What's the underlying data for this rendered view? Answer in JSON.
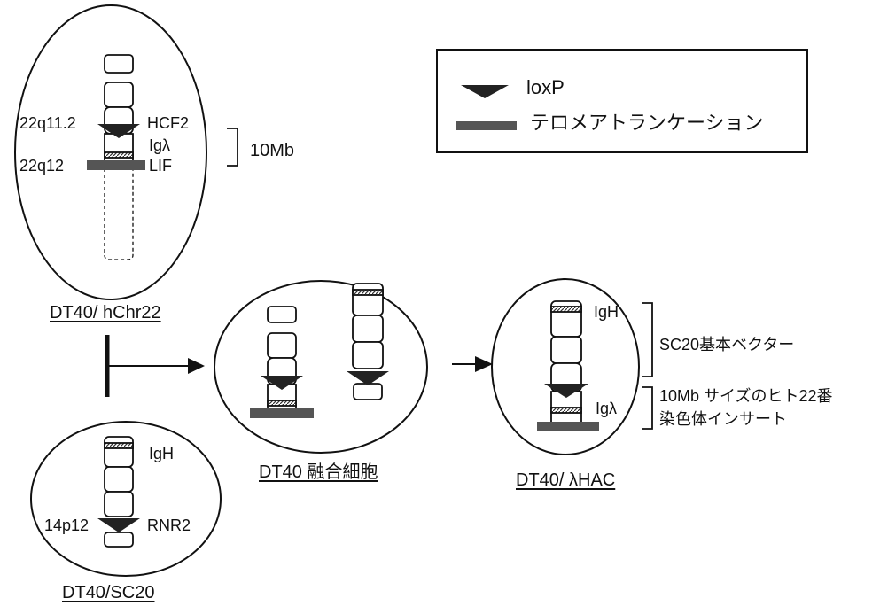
{
  "legend": {
    "loxp_label": "loxP",
    "truncation_label": "テロメアトランケーション"
  },
  "chr22": {
    "caption": "DT40/ hChr22",
    "band_22q11": "22q11.2",
    "band_22q12": "22q12",
    "gene_hcf2": "HCF2",
    "gene_iglambda": "Igλ",
    "gene_lif": "LIF",
    "size_label": "10Mb"
  },
  "sc20": {
    "caption": "DT40/SC20",
    "gene_igh": "IgH",
    "band_14p12": "14p12",
    "gene_rnr2": "RNR2"
  },
  "fusion": {
    "caption": "DT40 融合細胞"
  },
  "hac": {
    "caption": "DT40/ λHAC",
    "gene_igh": "IgH",
    "gene_iglambda": "Igλ",
    "bracket_upper": "SC20基本ベクター",
    "bracket_lower_line1": "10Mb サイズのヒト22番",
    "bracket_lower_line2": "染色体インサート"
  },
  "colors": {
    "ink": "#111111",
    "gray_bar": "#555555"
  }
}
